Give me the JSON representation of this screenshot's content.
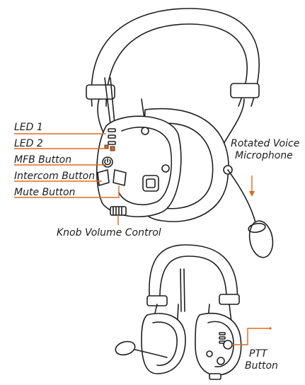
{
  "labels": {
    "led1": "LED 1",
    "led2": "LED 2",
    "mfb": "MFB Button",
    "intercom": "Intercom Button",
    "mute": "Mute Button",
    "knob": "Knob Volume Control",
    "mic_line1": "Rotated Voice",
    "mic_line2": "Microphone",
    "ptt_line1": "PTT",
    "ptt_line2": "Button"
  },
  "colors": {
    "leader": "#e06a1b",
    "ink": "#1f1f1f",
    "background": "#ffffff"
  }
}
